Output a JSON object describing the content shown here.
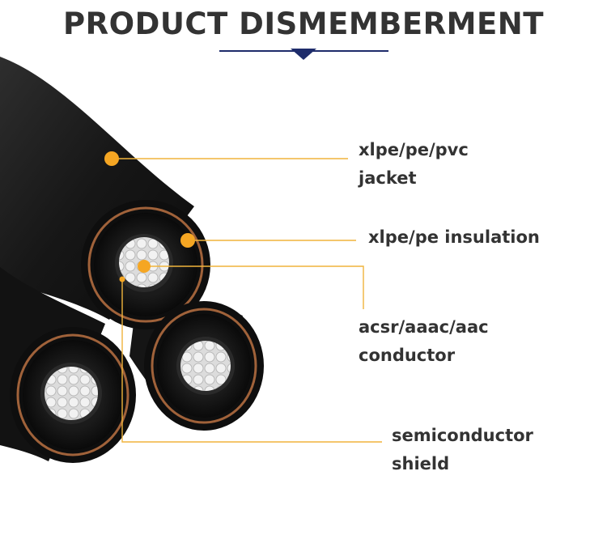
{
  "header": {
    "title": "PRODUCT DISMEMBERMENT"
  },
  "colors": {
    "accent": "#f5a623",
    "leader_line": "#f0b43c",
    "title_rule": "#1e2c6b",
    "title_text": "#333333",
    "cable_jacket": "#1c1c1c",
    "copper_shield": "#a0623a",
    "conductor": "#e4e4e4"
  },
  "callouts": [
    {
      "id": "jacket",
      "lines": [
        "xlpe/pe/pvc",
        "jacket"
      ]
    },
    {
      "id": "insulation",
      "lines": [
        "xlpe/pe insulation"
      ]
    },
    {
      "id": "conductor",
      "lines": [
        "acsr/aaac/aac",
        "conductor"
      ]
    },
    {
      "id": "shield",
      "lines": [
        "semiconductor",
        "shield"
      ]
    }
  ]
}
